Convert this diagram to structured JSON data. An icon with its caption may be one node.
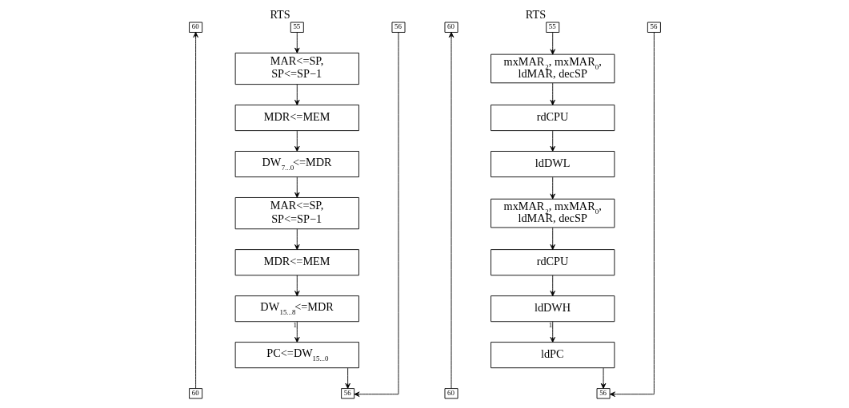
{
  "diagram": {
    "nodes": [
      {
        "text": [
          "60"
        ]
      },
      {
        "text": [
          "55"
        ],
        "beside": [
          "RTS"
        ]
      },
      {
        "text": [
          "56"
        ]
      },
      {
        "text": [
          "MAR<=SP, SP<=SP−1"
        ]
      },
      {
        "text": [
          "MDR<=MEM"
        ]
      },
      {
        "text": [
          "DW$_{7...0}$<=MDR"
        ]
      },
      {
        "text": [
          "MAR<=SP, SP<=SP−1"
        ]
      },
      {
        "text": [
          "MDR<=MEM"
        ]
      },
      {
        "text": [
          "DW$_{15...8}$<=MDR"
        ]
      },
      {
        "text": [
          "PC<=DW$_{15...0}$"
        ]
      },
      {
        "text": [
          "56"
        ]
      },
      {
        "text": [
          "60"
        ]
      },
      {
        "text": [
          "60"
        ]
      },
      {
        "text": [
          "55"
        ],
        "beside": [
          "RTS"
        ]
      },
      {
        "text": [
          "56"
        ]
      },
      {
        "text": [
          "mxMAR$_{2}$, mxMAR$_{0}$, ldMAR, decSP"
        ]
      },
      {
        "text": [
          "rdCPU"
        ]
      },
      {
        "text": [
          "ldDWL"
        ]
      },
      {
        "text": [
          "mxMAR$_{2}$, mxMAR$_{0}$, ldMAR, decSP"
        ]
      },
      {
        "text": [
          "rdCPU"
        ]
      },
      {
        "text": [
          "ldDWH"
        ]
      },
      {
        "text": [
          "ldPC"
        ]
      },
      {
        "text": [
          "56"
        ]
      },
      {
        "text": [
          "60"
        ]
      }
    ],
    "edges": [
      {
        "from": 1,
        "to": 3,
        "arrow": "to"
      },
      {
        "from": 3,
        "to": 4,
        "arrow": "to"
      },
      {
        "from": 4,
        "to": 5,
        "arrow": "to"
      },
      {
        "from": 5,
        "to": 6,
        "arrow": "to"
      },
      {
        "from": 6,
        "to": 7,
        "arrow": "to"
      },
      {
        "from": 7,
        "to": 8,
        "arrow": "to"
      },
      {
        "from": 8,
        "to": 9,
        "arrow": "to",
        "label": "1"
      },
      {
        "from": 9,
        "to": 10,
        "arrow": "to"
      },
      {
        "from": 2,
        "to": 10,
        "arrow": "to"
      },
      {
        "from": 11,
        "to": 0,
        "arrow": "to"
      },
      {
        "from": 13,
        "to": 15,
        "arrow": "to"
      },
      {
        "from": 15,
        "to": 16,
        "arrow": "to"
      },
      {
        "from": 16,
        "to": 17,
        "arrow": "to"
      },
      {
        "from": 17,
        "to": 18,
        "arrow": "to"
      },
      {
        "from": 18,
        "to": 19,
        "arrow": "to"
      },
      {
        "from": 19,
        "to": 20,
        "arrow": "to"
      },
      {
        "from": 20,
        "to": 21,
        "arrow": "to",
        "label": "1"
      },
      {
        "from": 21,
        "to": 22,
        "arrow": "to"
      },
      {
        "from": 14,
        "to": 22,
        "arrow": "to"
      },
      {
        "from": 23,
        "to": 12,
        "arrow": "to"
      }
    ]
  }
}
